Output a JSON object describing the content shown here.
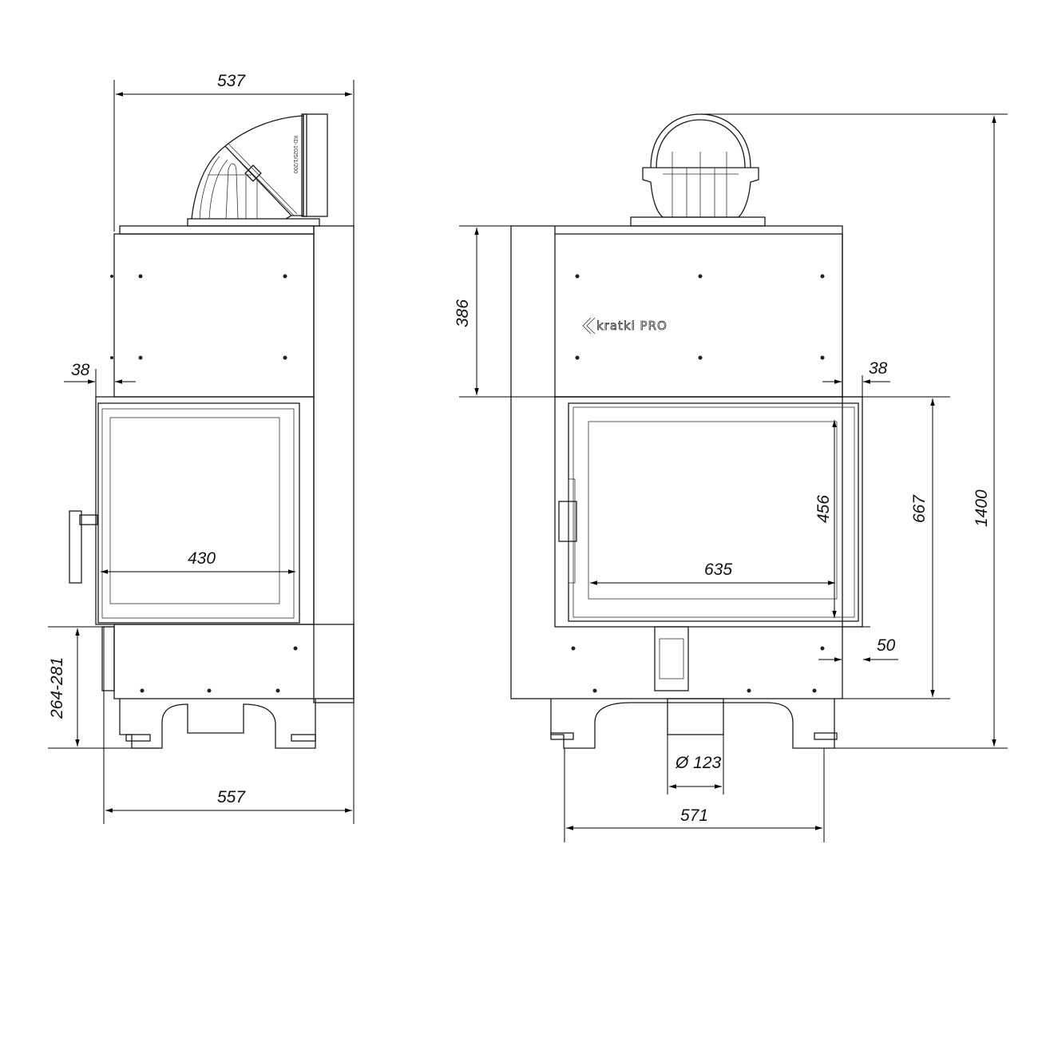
{
  "left_view": {
    "dims": {
      "width_top": "537",
      "width_bottom": "557",
      "glass_width": "430",
      "offset": "38",
      "leg_height": "264-281"
    },
    "elbow_label": "KD-1025/1/200"
  },
  "right_view": {
    "dims": {
      "top_height": "386",
      "total_height": "1400",
      "door_height": "667",
      "glass_height": "456",
      "glass_width": "635",
      "offset_right": "38",
      "offset_bottom": "50",
      "flue_diameter": "Ø 123",
      "width_bottom": "571"
    },
    "logo": "kratki PRO"
  },
  "colors": {
    "line": "#1a1a1a",
    "background": "#ffffff"
  }
}
